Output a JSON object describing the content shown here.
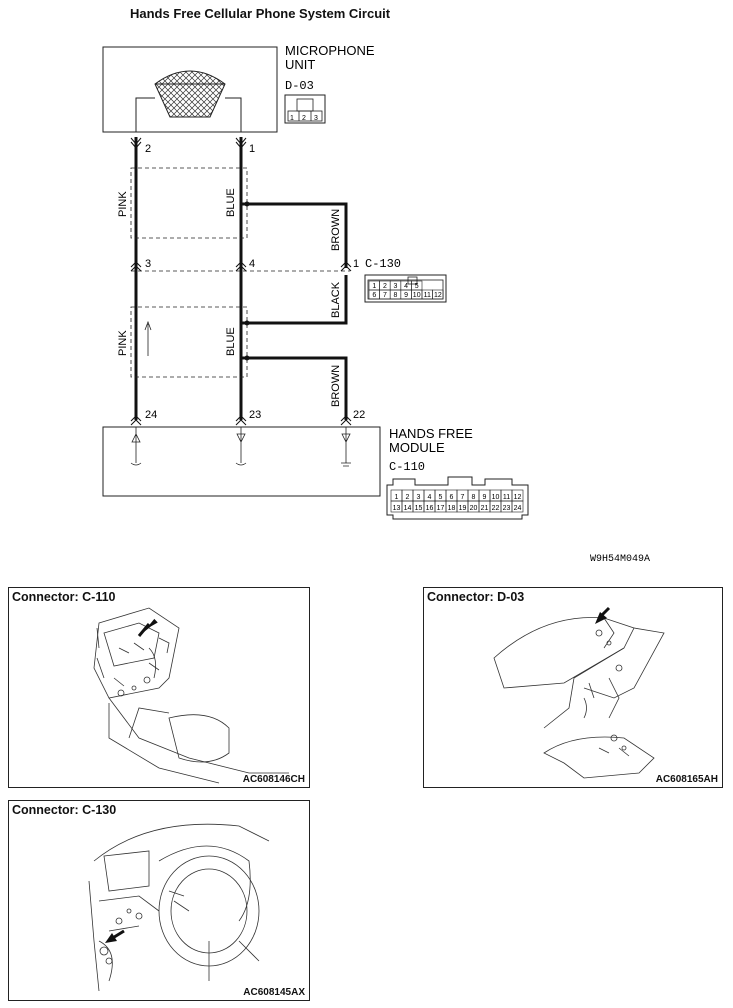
{
  "title": "Hands Free Cellular Phone System Circuit",
  "diagram": {
    "microphone": {
      "label1": "MICROPHONE",
      "label2": "UNIT",
      "connector": "D-03",
      "pins": [
        "1",
        "2",
        "3"
      ]
    },
    "module": {
      "label1": "HANDS FREE",
      "label2": "MODULE",
      "connector": "C-110",
      "pins_top": [
        "1",
        "2",
        "3",
        "4",
        "5",
        "6",
        "7",
        "8",
        "9",
        "10",
        "11",
        "12"
      ],
      "pins_bottom": [
        "13",
        "14",
        "15",
        "16",
        "17",
        "18",
        "19",
        "20",
        "21",
        "22",
        "23",
        "24"
      ]
    },
    "junction": {
      "connector": "C-130",
      "pins_top": [
        "1",
        "2",
        "3",
        "4",
        "5"
      ],
      "pins_bottom": [
        "6",
        "7",
        "8",
        "9",
        "10",
        "11",
        "12"
      ]
    },
    "wire_colors": {
      "pink": "PINK",
      "blue": "BLUE",
      "brown": "BROWN",
      "black": "BLACK"
    },
    "pin_numbers": {
      "mic_pink": "2",
      "mic_blue": "1",
      "jc_pink": "3",
      "jc_blue": "4",
      "jc_brown": "1",
      "mod_pink": "24",
      "mod_blue": "23",
      "mod_brown": "22"
    },
    "figure_code": "W9H54M049A"
  },
  "panels": [
    {
      "title": "Connector: C-110",
      "code": "AC608146CH"
    },
    {
      "title": "Connector: D-03",
      "code": "AC608165AH"
    },
    {
      "title": "Connector: C-130",
      "code": "AC608145AX"
    }
  ]
}
